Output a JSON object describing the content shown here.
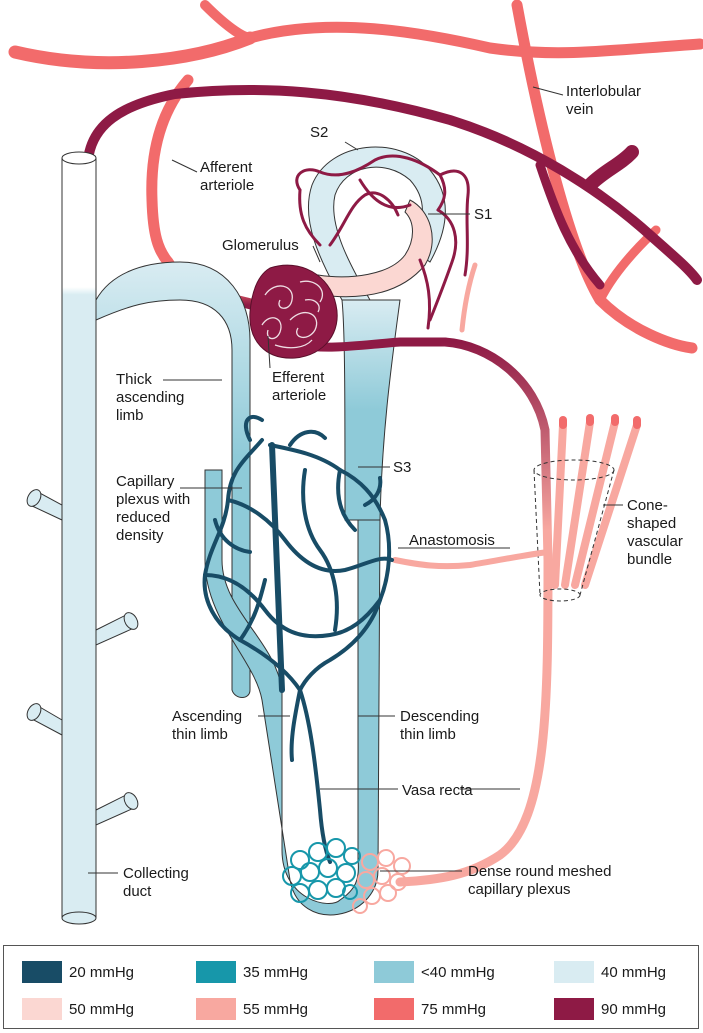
{
  "labels": {
    "interlobular_vein": [
      "Interlobular",
      "vein"
    ],
    "afferent_arteriole": [
      "Afferent",
      "arteriole"
    ],
    "s2": "S2",
    "s1": "S1",
    "glomerulus": "Glomerulus",
    "efferent_arteriole": [
      "Efferent",
      "arteriole"
    ],
    "thick_ascending_limb": [
      "Thick",
      "ascending",
      "limb"
    ],
    "s3": "S3",
    "capillary_plexus": [
      "Capillary",
      "plexus with",
      "reduced",
      "density"
    ],
    "anastomosis": "Anastomosis",
    "cone_bundle": [
      "Cone-",
      "shaped",
      "vascular",
      "bundle"
    ],
    "ascending_thin_limb": [
      "Ascending",
      "thin limb"
    ],
    "descending_thin_limb": [
      "Descending",
      "thin limb"
    ],
    "vasa_recta": "Vasa recta",
    "collecting_duct": [
      "Collecting",
      "duct"
    ],
    "dense_plexus": [
      "Dense round meshed",
      "capillary plexus"
    ]
  },
  "legend": [
    {
      "label": "20 mmHg",
      "color": "#184c66"
    },
    {
      "label": "35 mmHg",
      "color": "#1797aa"
    },
    {
      "label": "<40 mmHg",
      "color": "#8ecad8"
    },
    {
      "label": "40 mmHg",
      "color": "#d9ecf2"
    },
    {
      "label": "50 mmHg",
      "color": "#fbd7d2"
    },
    {
      "label": "55 mmHg",
      "color": "#f8a8a0"
    },
    {
      "label": "75 mmHg",
      "color": "#f26b6b"
    },
    {
      "label": "90 mmHg",
      "color": "#8e1a45"
    }
  ]
}
